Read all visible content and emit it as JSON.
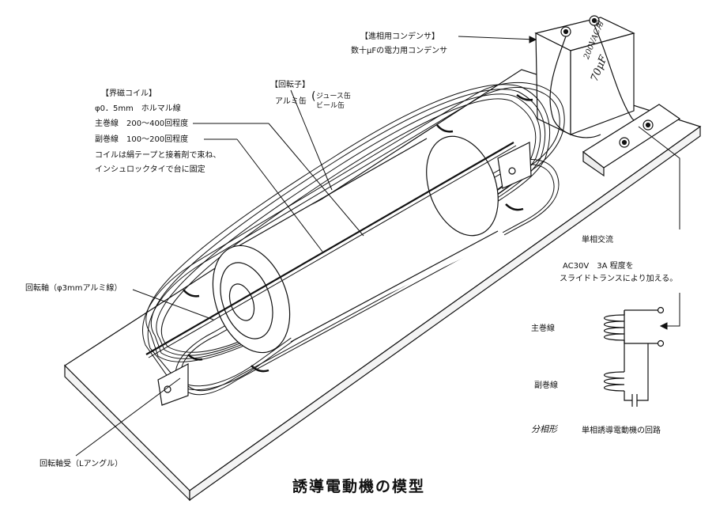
{
  "title": "誘導電動機の模型",
  "capacitor_label": {
    "heading": "【進相用コンデンサ】",
    "desc": "数十μFの電力用コンデンサ",
    "marking_1": "200VAC用",
    "marking_2": "70μF"
  },
  "rotor_label": {
    "heading": "【回転子】",
    "line_main": "アルミ缶",
    "line_sub_1": "ジュース缶",
    "line_sub_2": "ビール缶"
  },
  "field_coil_label": {
    "heading": "【界磁コイル】",
    "line_1": "φ0．5mm　ホルマル線",
    "line_2": "主巻線　200〜400回程度",
    "line_3": "副巻線　100〜200回程度",
    "line_4": "コイルは絹テープと接着剤で束ね、",
    "line_5": "インシュロックタイで台に固定"
  },
  "shaft_label": "回転軸（φ3mmアルミ線）",
  "bearing_label": "回転軸受（Lアングル）",
  "supply_label": {
    "line_1": "単相交流",
    "line_2": "AC30V　3A 程度を",
    "line_3": "スライドトランスにより加える。"
  },
  "circuit": {
    "main_winding": "主巻線",
    "aux_winding": "副巻線",
    "caption_mark": "分相形",
    "caption": "単相誘導電動機の回路"
  }
}
